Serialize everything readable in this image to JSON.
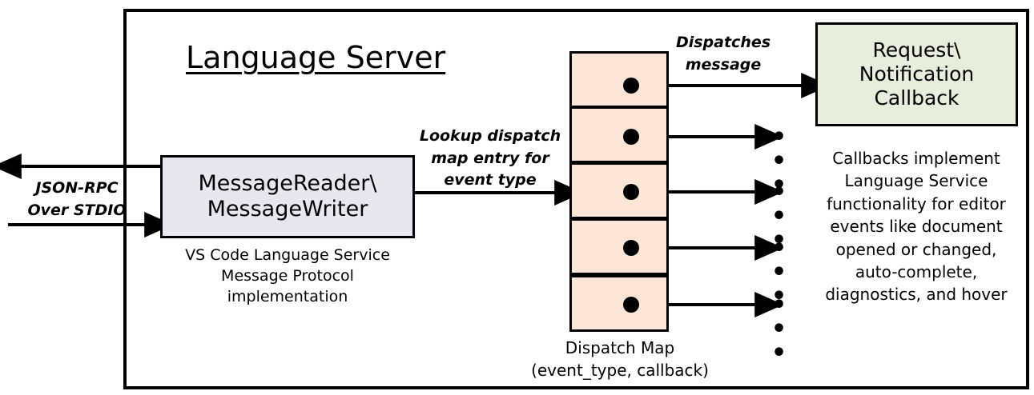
{
  "diagram": {
    "title": "Language Server",
    "frame_border_color": "#000000",
    "background": "#ffffff"
  },
  "external_io": {
    "label_line1": "JSON-RPC",
    "label_line2": "Over STDIO",
    "outbound_arrow": "arrow-left-icon",
    "inbound_arrow": "arrow-right-icon"
  },
  "message_io_node": {
    "line1": "MessageReader\\",
    "line2": "MessageWriter",
    "fill_color": "#E9E6F0",
    "caption_line1": "VS Code Language Service",
    "caption_line2": "Message Protocol implementation"
  },
  "lookup_edge": {
    "label_line1": "Lookup dispatch",
    "label_line2": "map entry for",
    "label_line3": "event type",
    "arrow": "arrow-right-icon"
  },
  "dispatch_map": {
    "caption_line1": "Dispatch Map",
    "caption_line2": "(event_type, callback)",
    "fill_color": "#FAE5D7",
    "rows": [
      {
        "index": 1,
        "dot": "filled-circle-icon"
      },
      {
        "index": 2,
        "dot": "filled-circle-icon"
      },
      {
        "index": 3,
        "dot": "filled-circle-icon"
      },
      {
        "index": 4,
        "dot": "filled-circle-icon"
      },
      {
        "index": 5,
        "dot": "filled-circle-icon"
      }
    ]
  },
  "dispatch_edge": {
    "label_line1": "Dispatches",
    "label_line2": "message",
    "arrow": "arrow-right-icon"
  },
  "callback_node": {
    "line1": "Request\\",
    "line2": "Notification",
    "line3": "Callback",
    "fill_color": "#E8EEDC",
    "caption_line1": "Callbacks implement",
    "caption_line2": "Language Service",
    "caption_line3": "functionality for editor",
    "caption_line4": "events like document",
    "caption_line5": "opened or changed,",
    "caption_line6": "auto-complete,",
    "caption_line7": "diagnostics, and hover"
  },
  "continuation_markers": {
    "row2": "• • •",
    "row3": "• • •",
    "row4": "• • •",
    "row5": "• • •"
  }
}
